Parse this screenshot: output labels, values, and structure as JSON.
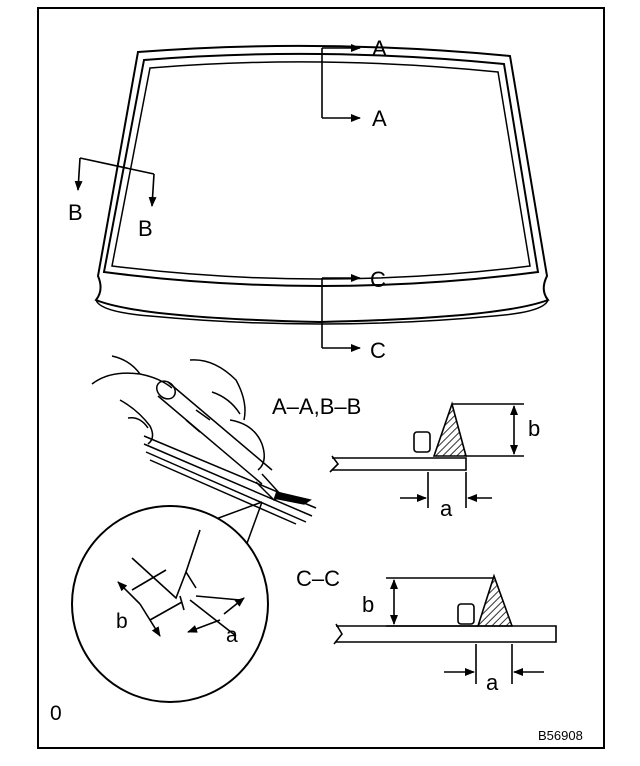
{
  "diagram": {
    "section_labels": {
      "a_top": "A",
      "a_bottom": "A",
      "b_left": "B",
      "b_right": "B",
      "c_top": "C",
      "c_bottom": "C"
    },
    "view_ab_title": "A–A,B–B",
    "view_cc_title": "C–C",
    "dim_a": "a",
    "dim_b": "b",
    "corner_mark": "0",
    "figure_code": "B56908"
  }
}
